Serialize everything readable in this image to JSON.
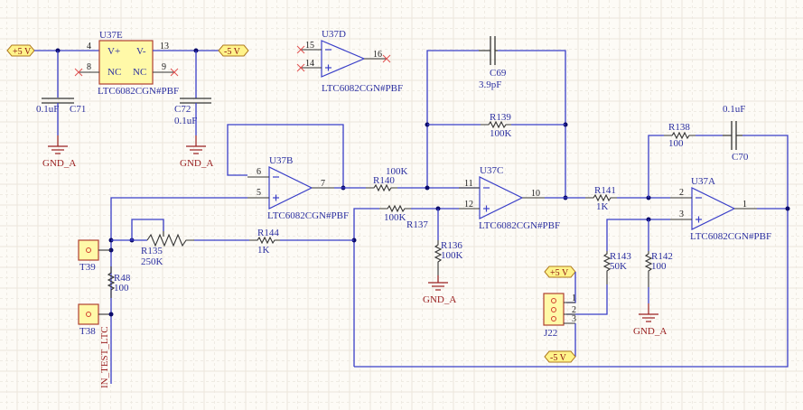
{
  "view": {
    "background": "#fdfbf6",
    "wire_color": "#3a3fc8",
    "label_color": "#2b2fa0",
    "ground_color": "#9a2020",
    "part_fill": "#fff9a8",
    "part_border": "#b04030"
  },
  "power_ports": {
    "p5v_top": "+5 V",
    "n5v_top": "-5 V",
    "p5v_j22": "+5 V",
    "n5v_j22": "-5 V"
  },
  "grounds": [
    "GND_A",
    "GND_A",
    "GND_A",
    "GND_A"
  ],
  "u37e": {
    "designator": "U37E",
    "part": "LTC6082CGN#PBF",
    "pins": {
      "vplus_num": "4",
      "vminus_num": "13",
      "nc1_num": "8",
      "nc2_num": "9"
    },
    "pin_names": {
      "vplus": "V+",
      "vminus": "V-",
      "nc1": "NC",
      "nc2": "NC"
    }
  },
  "u37d": {
    "designator": "U37D",
    "part": "LTC6082CGN#PBF",
    "pin_inv": "15",
    "pin_noninv": "14",
    "pin_out": "16"
  },
  "u37b": {
    "designator": "U37B",
    "part": "LTC6082CGN#PBF",
    "pin_inv": "6",
    "pin_noninv": "5",
    "pin_out": "7"
  },
  "u37c": {
    "designator": "U37C",
    "part": "LTC6082CGN#PBF",
    "pin_inv": "11",
    "pin_noninv": "12",
    "pin_out": "10"
  },
  "u37a": {
    "designator": "U37A",
    "part": "LTC6082CGN#PBF",
    "pin_inv": "2",
    "pin_noninv": "3",
    "pin_out": "1"
  },
  "capacitors": {
    "c71": {
      "designator": "C71",
      "value": "0.1uF"
    },
    "c72": {
      "designator": "C72",
      "value": "0.1uF"
    },
    "c69": {
      "designator": "C69",
      "value": "3.9pF"
    },
    "c70": {
      "designator": "C70",
      "value": "0.1uF"
    }
  },
  "resistors": {
    "r139": {
      "designator": "R139",
      "value": "100K"
    },
    "r140": {
      "designator": "R140",
      "value": "100K"
    },
    "r137": {
      "designator": "R137",
      "value": "100K"
    },
    "r136": {
      "designator": "R136",
      "value": "100K"
    },
    "r141": {
      "designator": "R141",
      "value": "1K"
    },
    "r138": {
      "designator": "R138",
      "value": "100"
    },
    "r143": {
      "designator": "R143",
      "value": "50K"
    },
    "r142": {
      "designator": "R142",
      "value": "100"
    },
    "r144": {
      "designator": "R144",
      "value": "1K"
    },
    "r135": {
      "designator": "R135",
      "value": "250K"
    },
    "r48": {
      "designator": "R48",
      "value": "100"
    }
  },
  "testpoints": {
    "t39": "T39",
    "t38": "T38"
  },
  "connector": {
    "designator": "J22",
    "pins": [
      "1",
      "2",
      "3"
    ]
  },
  "net_labels": {
    "in_test": "IN_TEST_LTC"
  }
}
